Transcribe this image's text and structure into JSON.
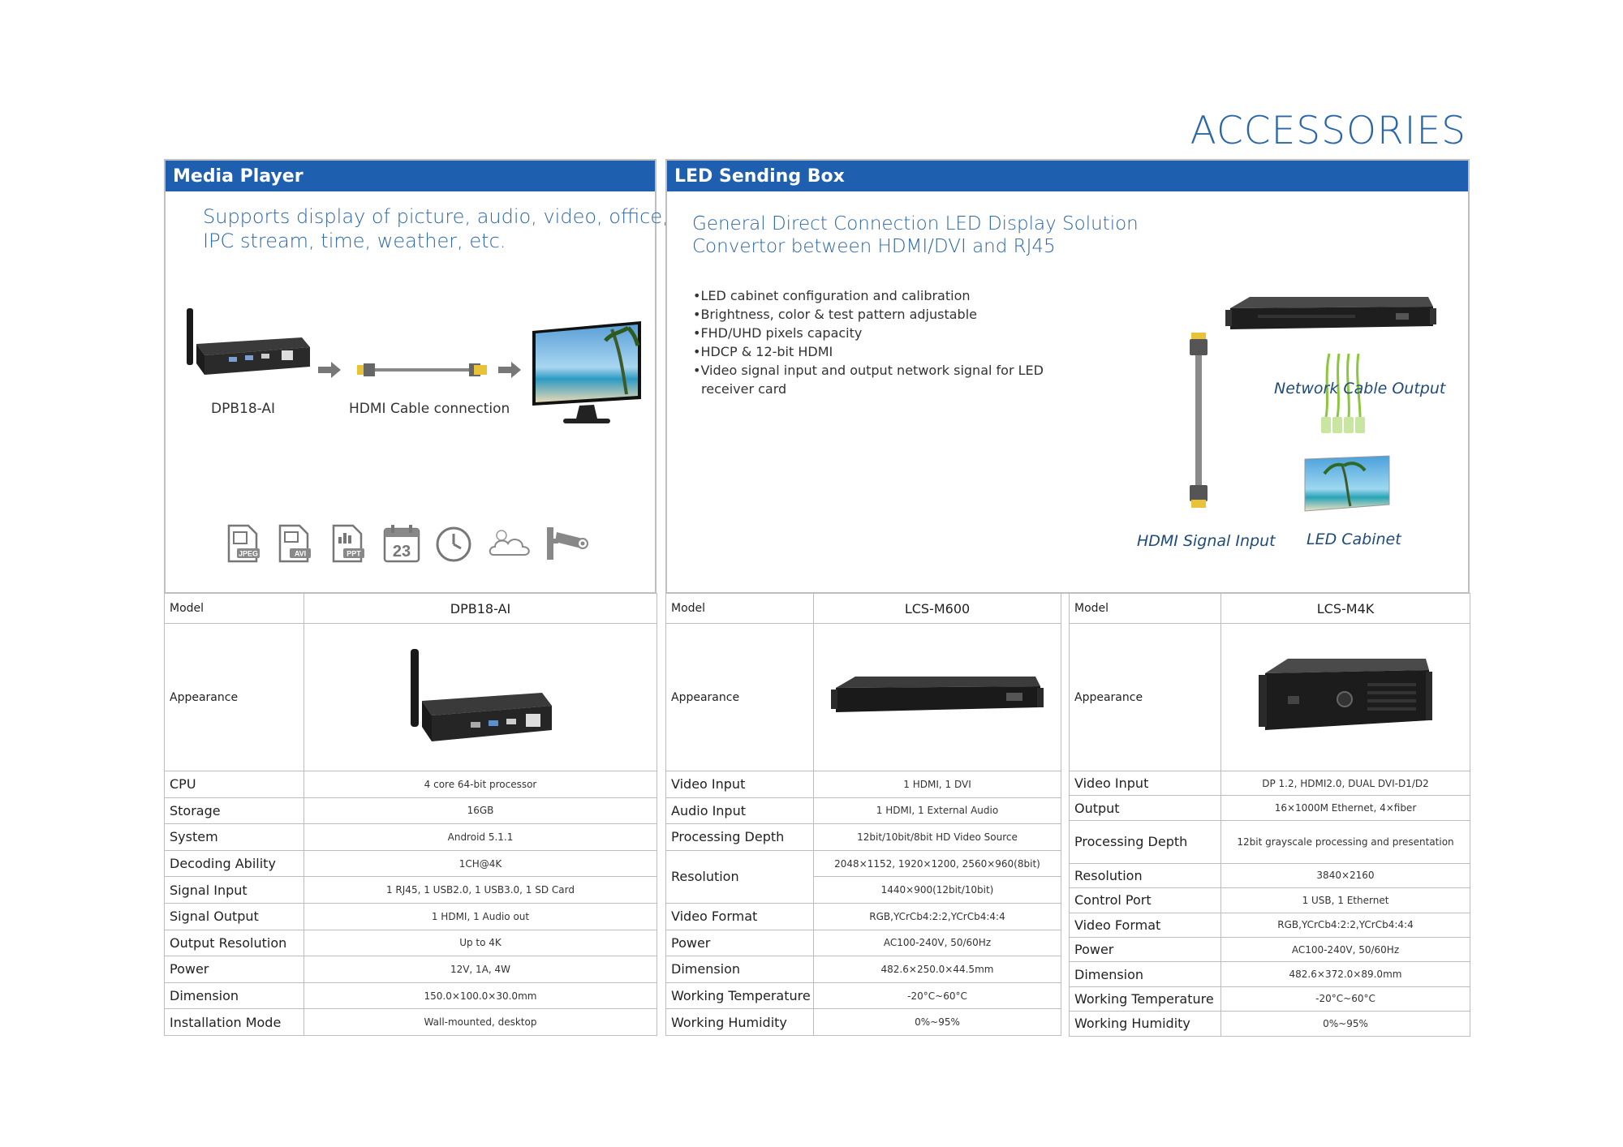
{
  "page_title": "ACCESSORIES",
  "media_player": {
    "header": "Media Player",
    "lead": [
      "Supports display of picture, audio, video, office,",
      "IPC stream, time, weather, etc."
    ],
    "captions": {
      "device": "DPB18-AI",
      "cable": "HDMI Cable connection"
    },
    "icon_labels": [
      "JPEG",
      "AVI",
      "PPT",
      "23"
    ],
    "table": {
      "model_label": "Model",
      "model_value": "DPB18-AI",
      "appearance_label": "Appearance",
      "rows": [
        {
          "label": "CPU",
          "value": "4 core 64-bit processor"
        },
        {
          "label": "Storage",
          "value": "16GB"
        },
        {
          "label": "System",
          "value": "Android 5.1.1"
        },
        {
          "label": "Decoding Ability",
          "value": "1CH@4K"
        },
        {
          "label": "Signal Input",
          "value": "1 RJ45, 1 USB2.0, 1 USB3.0, 1 SD Card"
        },
        {
          "label": "Signal Output",
          "value": "1 HDMI, 1 Audio out"
        },
        {
          "label": "Output Resolution",
          "value": "Up to 4K"
        },
        {
          "label": "Power",
          "value": "12V, 1A, 4W"
        },
        {
          "label": "Dimension",
          "value": "150.0×100.0×30.0mm"
        },
        {
          "label": "Installation Mode",
          "value": "Wall-mounted, desktop"
        }
      ]
    }
  },
  "led_box": {
    "header": "LED Sending Box",
    "lead": [
      "General Direct Connection LED Display Solution",
      "Convertor between HDMI/DVI and RJ45"
    ],
    "bullets": [
      "LED cabinet configuration and calibration",
      "Brightness, color & test pattern adjustable",
      "FHD/UHD pixels capacity",
      "HDCP & 12-bit HDMI",
      "Video signal input and output network signal for LED receiver card"
    ],
    "captions": {
      "network": "Network Cable Output",
      "hdmi": "HDMI Signal Input",
      "cabinet": "LED Cabinet"
    },
    "table_m600": {
      "model_label": "Model",
      "model_value": "LCS-M600",
      "appearance_label": "Appearance",
      "rows": [
        {
          "label": "Video Input",
          "value": "1 HDMI, 1 DVI"
        },
        {
          "label": "Audio Input",
          "value": "1 HDMI, 1 External Audio"
        },
        {
          "label": "Processing Depth",
          "value": "12bit/10bit/8bit HD Video Source"
        },
        {
          "label": "Resolution",
          "value": "2048×1152, 1920×1200, 2560×960(8bit)",
          "value2": "1440×900(12bit/10bit)"
        },
        {
          "label": "Video Format",
          "value": "RGB,YCrCb4:2:2,YCrCb4:4:4"
        },
        {
          "label": "Power",
          "value": "AC100-240V, 50/60Hz"
        },
        {
          "label": "Dimension",
          "value": "482.6×250.0×44.5mm"
        },
        {
          "label": "Working Temperature",
          "value": "-20°C~60°C"
        },
        {
          "label": "Working Humidity",
          "value": "0%~95%"
        }
      ]
    },
    "table_m4k": {
      "model_label": "Model",
      "model_value": "LCS-M4K",
      "appearance_label": "Appearance",
      "rows": [
        {
          "label": "Video Input",
          "value": "DP 1.2, HDMI2.0, DUAL DVI-D1/D2"
        },
        {
          "label": "Output",
          "value": "16×1000M Ethernet, 4×fiber"
        },
        {
          "label": "Processing Depth",
          "value": "12bit grayscale processing and presentation"
        },
        {
          "label": "Resolution",
          "value": "3840×2160"
        },
        {
          "label": "Control Port",
          "value": "1 USB, 1 Ethernet"
        },
        {
          "label": "Video Format",
          "value": "RGB,YCrCb4:2:2,YCrCb4:4:4"
        },
        {
          "label": "Power",
          "value": "AC100-240V, 50/60Hz"
        },
        {
          "label": "Dimension",
          "value": "482.6×372.0×89.0mm"
        },
        {
          "label": "Working Temperature",
          "value": "-20°C~60°C"
        },
        {
          "label": "Working Humidity",
          "value": "0%~95%"
        }
      ]
    }
  }
}
